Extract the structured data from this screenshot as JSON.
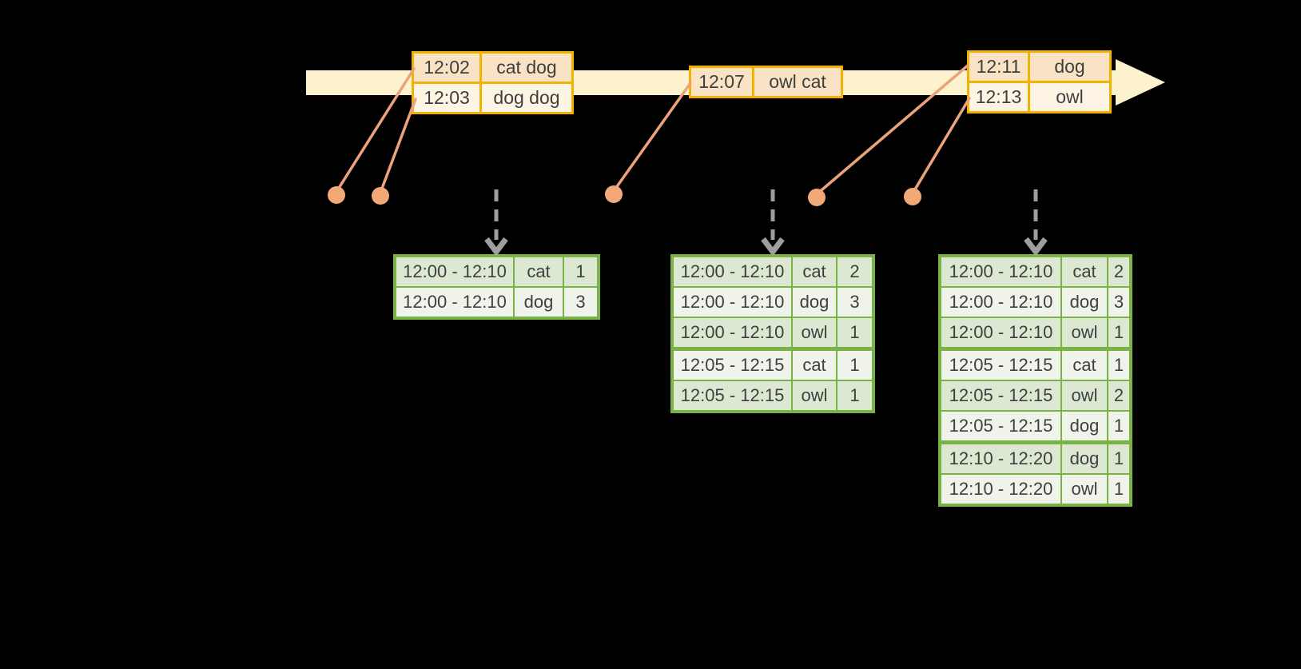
{
  "palette": {
    "background": "#000000",
    "timeline_fill": "#fcf3ce",
    "event_table_border": "#f2b202",
    "event_row_fill_dark": "#fae2c4",
    "event_row_fill_light": "#fdf4e4",
    "result_table_border": "#79b345",
    "result_row_fill_dark": "#dce8d2",
    "result_row_fill_light": "#eff3ea",
    "connector_color": "#eca37c",
    "dot_color": "#f2a977",
    "trigger_arrow_color": "#9e9e9e",
    "text_color": "#3f3f3f"
  },
  "icons": [
    "timeline-arrowhead-icon",
    "trigger-down-arrow-icon",
    "event-dot-icon"
  ],
  "timeline": {
    "events": [
      {
        "rows": [
          {
            "time": "12:02",
            "words": "cat dog"
          },
          {
            "time": "12:03",
            "words": "dog dog"
          }
        ]
      },
      {
        "rows": [
          {
            "time": "12:07",
            "words": "owl cat"
          }
        ]
      },
      {
        "rows": [
          {
            "time": "12:11",
            "words": "dog"
          },
          {
            "time": "12:13",
            "words": "owl"
          }
        ]
      }
    ]
  },
  "result_tables": [
    {
      "rows": [
        {
          "window": "12:00 - 12:10",
          "word": "cat",
          "count": "1"
        },
        {
          "window": "12:00 - 12:10",
          "word": "dog",
          "count": "3"
        }
      ]
    },
    {
      "rows": [
        {
          "window": "12:00 - 12:10",
          "word": "cat",
          "count": "2"
        },
        {
          "window": "12:00 - 12:10",
          "word": "dog",
          "count": "3"
        },
        {
          "window": "12:00 - 12:10",
          "word": "owl",
          "count": "1"
        },
        {
          "window": "12:05 - 12:15",
          "word": "cat",
          "count": "1",
          "group_start": true
        },
        {
          "window": "12:05 - 12:15",
          "word": "owl",
          "count": "1"
        }
      ]
    },
    {
      "rows": [
        {
          "window": "12:00 - 12:10",
          "word": "cat",
          "count": "2"
        },
        {
          "window": "12:00 - 12:10",
          "word": "dog",
          "count": "3"
        },
        {
          "window": "12:00 - 12:10",
          "word": "owl",
          "count": "1"
        },
        {
          "window": "12:05 - 12:15",
          "word": "cat",
          "count": "1",
          "group_start": true
        },
        {
          "window": "12:05 - 12:15",
          "word": "owl",
          "count": "2"
        },
        {
          "window": "12:05 - 12:15",
          "word": "dog",
          "count": "1"
        },
        {
          "window": "12:10 - 12:20",
          "word": "dog",
          "count": "1",
          "group_start": true
        },
        {
          "window": "12:10 - 12:20",
          "word": "owl",
          "count": "1"
        }
      ]
    }
  ]
}
